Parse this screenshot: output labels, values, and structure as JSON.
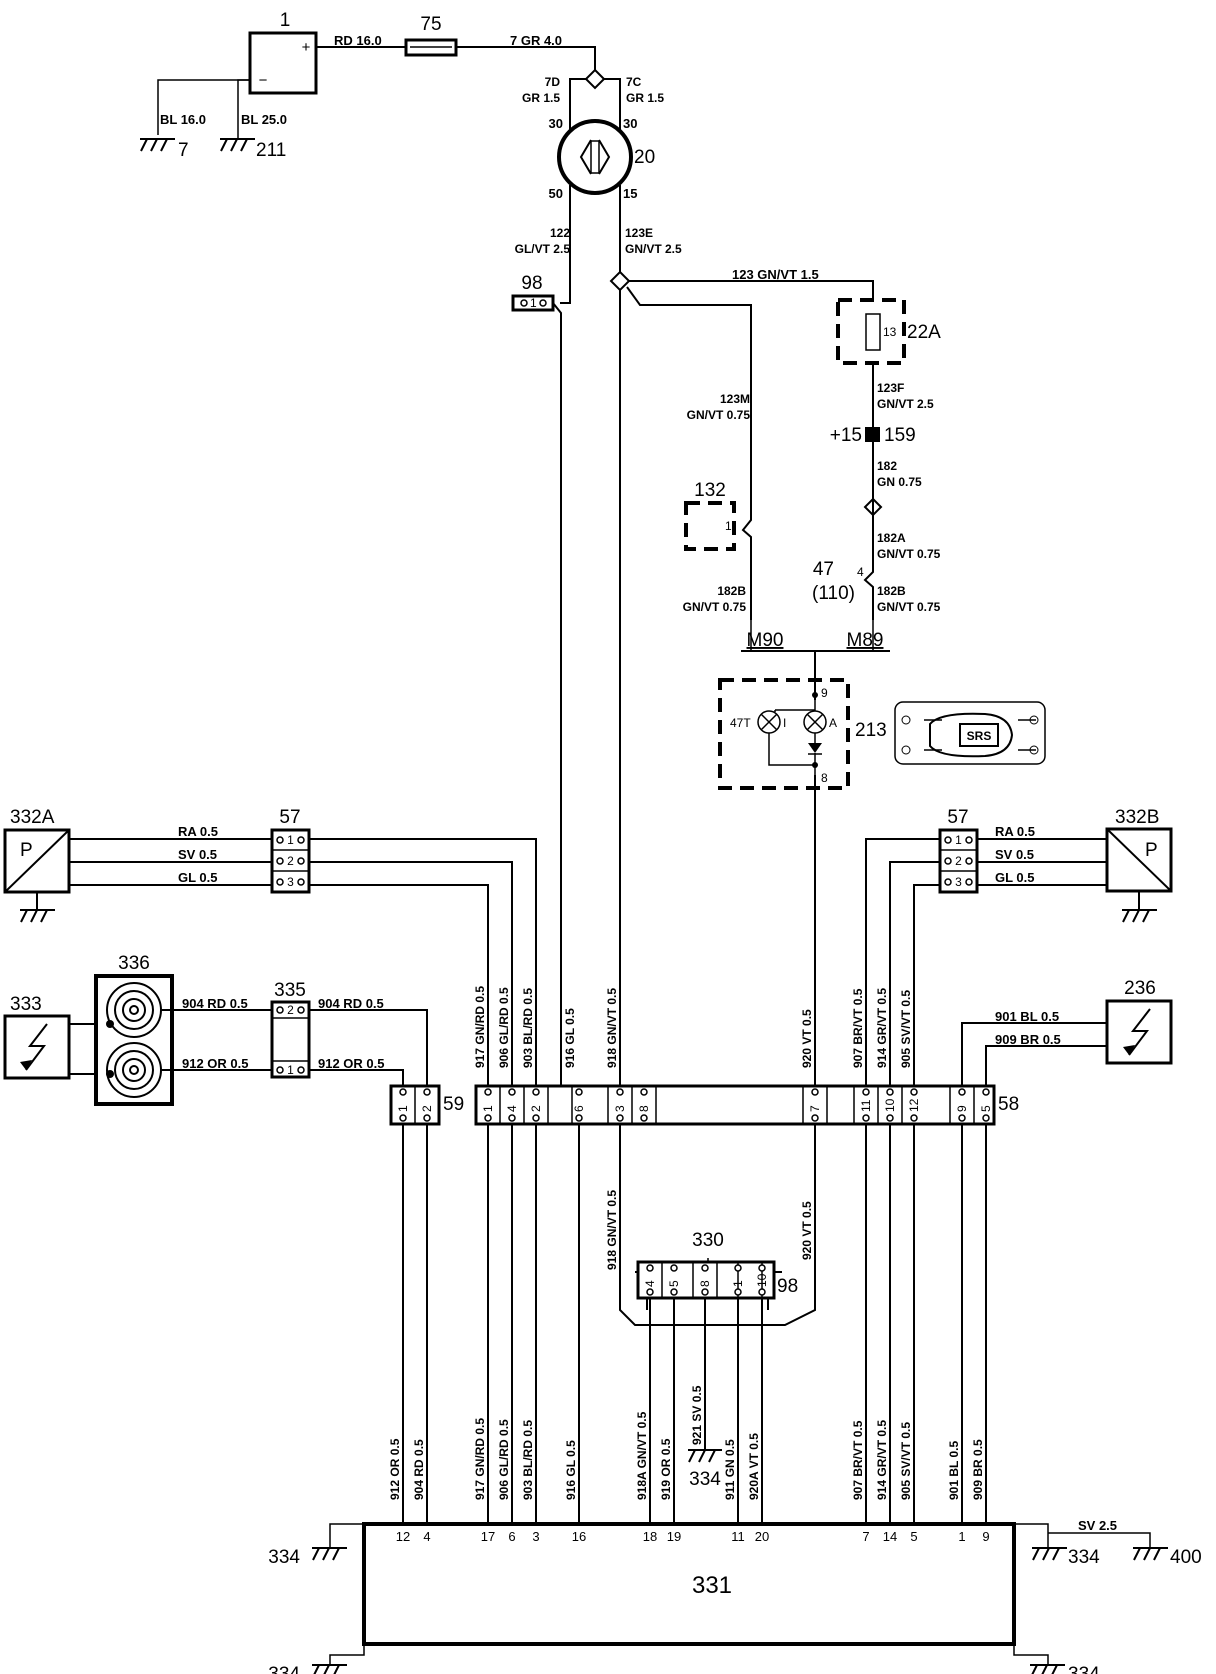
{
  "components": {
    "c1": "1",
    "c75": "75",
    "c20": "20",
    "c98": "98",
    "c22a": "22A",
    "c22a_fuse": "13",
    "c159": "159",
    "plus15": "+15",
    "c132": "132",
    "c132_pin": "1",
    "c47": "47",
    "c47_alt": "(110)",
    "c47_pin": "4",
    "m90": "M90",
    "m89": "M89",
    "c213": "213",
    "c213_pin9": "9",
    "c213_pin8": "8",
    "c213_47t": "47T",
    "c213_i": "I",
    "c213_a": "A",
    "c332a": "332A",
    "c332b": "332B",
    "c57": "57",
    "c57b": "57",
    "p": "P",
    "c333": "333",
    "c336": "336",
    "c335": "335",
    "c236": "236",
    "c59": "59",
    "c58": "58",
    "c330": "330",
    "c330_98": "98",
    "c331": "331",
    "gnd7": "7",
    "gnd211": "211",
    "gnd334": "334",
    "gnd400": "400",
    "srs_badge": "SRS",
    "plus": "+",
    "minus": "−"
  },
  "battery_wires": {
    "rd160": "RD 16.0",
    "bl160": "BL 16.0",
    "bl250": "BL 25.0",
    "gr40": "7 GR 4.0",
    "w7d": "7D",
    "w7c": "7C",
    "gr15a": "GR 1.5",
    "gr15b": "GR 1.5"
  },
  "ignition": {
    "t30a": "30",
    "t30b": "30",
    "t50": "50",
    "t15": "15",
    "w122": "122",
    "w122c": "GL/VT 2.5",
    "w123e": "123E",
    "w123ec": "GN/VT 2.5",
    "w123": "123 GN/VT 1.5",
    "w123m": "123M",
    "w123mc": "GN/VT 0.75",
    "w123f": "123F",
    "w123fc": "GN/VT 2.5",
    "w182": "182",
    "w182c": "GN 0.75",
    "w182a": "182A",
    "w182ac": "GN/VT 0.75",
    "w182b_l": "182B",
    "w182b_lc": "GN/VT 0.75",
    "w182b_r": "182B",
    "w182b_rc": "GN/VT 0.75"
  },
  "sensor_wires": {
    "ra_l": "RA 0.5",
    "sv_l": "SV 0.5",
    "gl_l": "GL 0.5",
    "ra_r": "RA 0.5",
    "sv_r": "SV 0.5",
    "gl_r": "GL 0.5",
    "w904a": "904 RD 0.5",
    "w904b": "904 RD 0.5",
    "w912a": "912 OR 0.5",
    "w912b": "912 OR 0.5",
    "w901": "901 BL 0.5",
    "w909": "909 BR 0.5"
  },
  "upper_vertical": {
    "w917": "917 GN/RD 0.5",
    "w906": "906 GL/RD 0.5",
    "w903": "903 BL/RD 0.5",
    "w916": "916 GL 0.5",
    "w918": "918 GN/VT 0.5",
    "w920": "920 VT 0.5",
    "w907": "907 BR/VT 0.5",
    "w914": "914 GR/VT 0.5",
    "w905": "905 SV/VT 0.5"
  },
  "middle_vertical": {
    "w918": "918 GN/VT 0.5",
    "w920": "920 VT 0.5"
  },
  "lower_vertical": {
    "w912": "912 OR 0.5",
    "w904": "904 RD 0.5",
    "w917": "917 GN/RD 0.5",
    "w906": "906 GL/RD 0.5",
    "w903": "903 BL/RD 0.5",
    "w916": "916 GL 0.5",
    "w918a": "918A GN/VT 0.5",
    "w919": "919 OR 0.5",
    "w921": "921 SV 0.5",
    "w911": "911 GN 0.5",
    "w920a": "920A VT 0.5",
    "w907": "907 BR/VT 0.5",
    "w914": "914 GR/VT 0.5",
    "w905": "905 SV/VT 0.5",
    "w901": "901 BL 0.5",
    "w909": "909 BR 0.5"
  },
  "pins_57": [
    "1",
    "2",
    "3"
  ],
  "pins_335": [
    "2",
    "1"
  ],
  "pins_59": [
    "1",
    "2"
  ],
  "pins_58": [
    "1",
    "4",
    "2",
    "6",
    "3",
    "8",
    "7",
    "11",
    "10",
    "12",
    "9",
    "5"
  ],
  "pins_330": [
    "4",
    "5",
    "8",
    "1",
    "10"
  ],
  "pins_331": [
    "12",
    "4",
    "17",
    "6",
    "3",
    "16",
    "18",
    "19",
    "11",
    "20",
    "7",
    "14",
    "5",
    "1",
    "9"
  ],
  "sv25": "SV 2.5"
}
